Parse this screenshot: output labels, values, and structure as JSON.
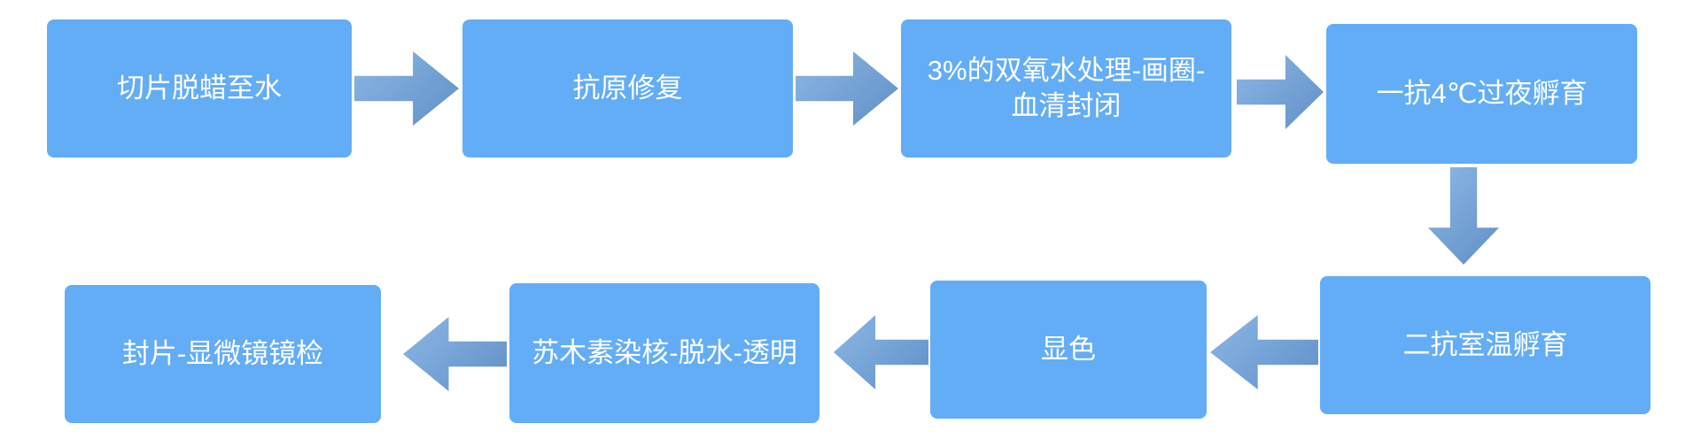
{
  "diagram": {
    "type": "flowchart",
    "colors": {
      "node_fill": "#63ADF7",
      "arrow_start": "#8CB7E6",
      "arrow_end": "#6190C7",
      "text": "#FFFFFF",
      "background": "#FFFFFF"
    },
    "nodes": [
      {
        "id": "step-1",
        "label": "切片脱蜡至水"
      },
      {
        "id": "step-2",
        "label": "抗原修复"
      },
      {
        "id": "step-3",
        "label": "3%的双氧水处理-画圈-血清封闭"
      },
      {
        "id": "step-4",
        "label": "一抗4℃过夜孵育"
      },
      {
        "id": "step-5",
        "label": "二抗室温孵育"
      },
      {
        "id": "step-6",
        "label": "显色"
      },
      {
        "id": "step-7",
        "label": "苏木素染核-脱水-透明"
      },
      {
        "id": "step-8",
        "label": "封片-显微镜镜检"
      }
    ],
    "arrows": [
      {
        "from": "step-1",
        "to": "step-2",
        "direction": "right"
      },
      {
        "from": "step-2",
        "to": "step-3",
        "direction": "right"
      },
      {
        "from": "step-3",
        "to": "step-4",
        "direction": "right"
      },
      {
        "from": "step-4",
        "to": "step-5",
        "direction": "down"
      },
      {
        "from": "step-5",
        "to": "step-6",
        "direction": "left"
      },
      {
        "from": "step-6",
        "to": "step-7",
        "direction": "left"
      },
      {
        "from": "step-7",
        "to": "step-8",
        "direction": "left"
      }
    ]
  }
}
